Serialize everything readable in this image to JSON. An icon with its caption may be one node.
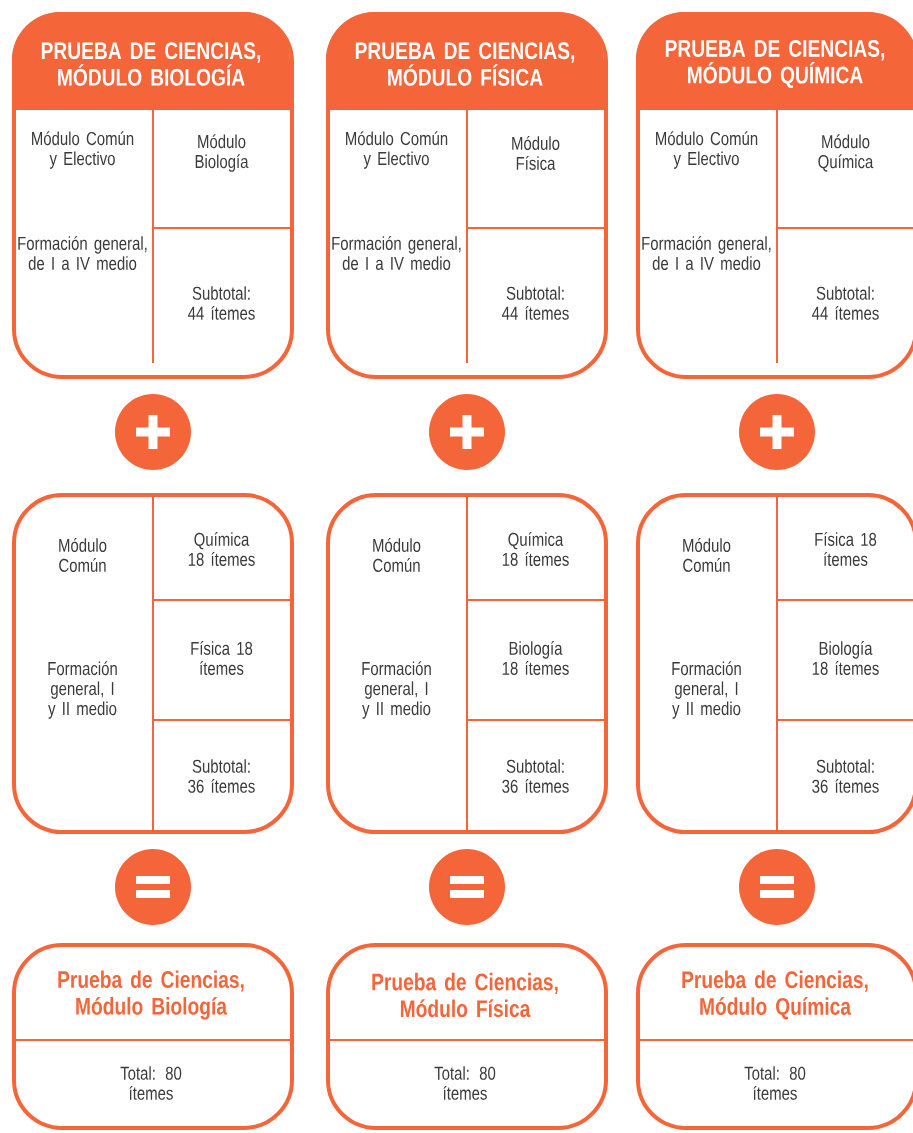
{
  "diagram": {
    "nodes": [
      {
        "text": [
          "PRUEBA DE CIENCIAS, MÓDULO BIOLOGÍA"
        ]
      },
      {
        "text": [
          "Módulo Común y Electivo",
          "Formación general, de I a IV medio"
        ],
        "in": 0
      },
      {
        "text": [
          "Módulo Biología"
        ],
        "in": 0
      },
      {
        "text": [
          "Subtotal: 44 ítemes"
        ],
        "in": 0
      },
      {
        "text": [],
        "shape": "box"
      },
      {
        "text": [
          "Módulo Común",
          "Formación general, I y II medio"
        ],
        "in": 4
      },
      {
        "text": [
          "Química 18 ítemes"
        ],
        "in": 4
      },
      {
        "text": [
          "Física 18 ítemes"
        ],
        "in": 4
      },
      {
        "text": [
          "Subtotal: 36 ítemes"
        ],
        "in": 4
      },
      {
        "text": [
          "Prueba de Ciencias, Módulo Biología",
          "Total: 80 ítemes"
        ]
      },
      {
        "text": [
          "PRUEBA DE CIENCIAS, MÓDULO FÍSICA"
        ]
      },
      {
        "text": [
          "Módulo Común y Electivo",
          "Formación general, de I a IV medio"
        ],
        "in": 10
      },
      {
        "text": [
          "Módulo Física"
        ],
        "in": 10
      },
      {
        "text": [
          "Subtotal: 44 ítemes"
        ],
        "in": 10
      },
      {
        "text": [],
        "shape": "box"
      },
      {
        "text": [
          "Módulo Común",
          "Formación general, I y II medio"
        ],
        "in": 14
      },
      {
        "text": [
          "Química 18 ítemes"
        ],
        "in": 14
      },
      {
        "text": [
          "Biología 18 ítemes"
        ],
        "in": 14
      },
      {
        "text": [
          "Subtotal: 36 ítemes"
        ],
        "in": 14
      },
      {
        "text": [
          "Prueba de Ciencias, Módulo Física",
          "Total: 80 ítemes"
        ]
      },
      {
        "text": [
          "PRUEBA DE CIENCIAS, MÓDULO QUÍMICA"
        ]
      },
      {
        "text": [
          "Módulo Común y Electivo",
          "Formación general, de I a IV medio"
        ],
        "in": 20
      },
      {
        "text": [
          "Módulo Química"
        ],
        "in": 20
      },
      {
        "text": [
          "Subtotal: 44 ítemes"
        ],
        "in": 20
      },
      {
        "text": [],
        "shape": "box"
      },
      {
        "text": [
          "Módulo Común",
          "Formación general, I y II medio"
        ],
        "in": 24
      },
      {
        "text": [
          "Física 18 ítemes"
        ],
        "in": 24
      },
      {
        "text": [
          "Biología 18 ítemes"
        ],
        "in": 24
      },
      {
        "text": [
          "Subtotal: 36 ítemes"
        ],
        "in": 24
      },
      {
        "text": [
          "Prueba de Ciencias, Módulo Química",
          "Total: 80 ítemes"
        ]
      }
    ]
  }
}
